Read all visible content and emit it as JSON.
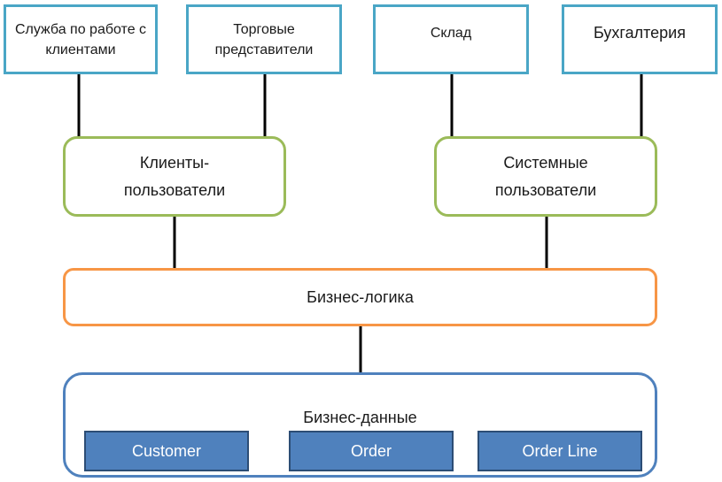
{
  "departments": {
    "customer_service": "Служба по работе с клиентами",
    "sales_reps": "Торговые представители",
    "warehouse": "Склад",
    "accounting": "Бухгалтерия"
  },
  "user_groups": {
    "client_users": "Клиенты-пользователи",
    "system_users": "Системные пользователи"
  },
  "business_logic": {
    "label": "Бизнес-логика"
  },
  "business_data": {
    "label": "Бизнес-данные",
    "entities": [
      "Customer",
      "Order",
      "Order Line"
    ]
  },
  "colors": {
    "department_border": "#4aa6c6",
    "user_group_border": "#9bbb59",
    "logic_border": "#f79646",
    "data_border": "#4f81bd",
    "entity_fill": "#4f81bd"
  }
}
